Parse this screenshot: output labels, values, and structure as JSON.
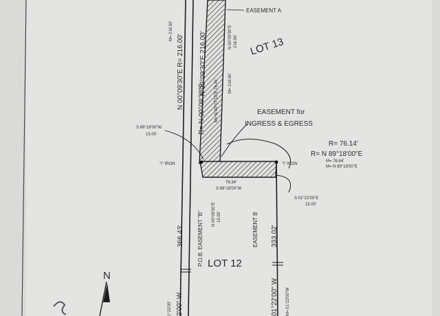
{
  "labels": {
    "easement_a": "EASEMENT A",
    "lot_13": "LOT 13",
    "lot_12": "LOT 12",
    "easement_ingress_1": "EASEMENT for",
    "easement_ingress_2": "INGRESS & EGRESS",
    "curve_radius": "R= 76.14'",
    "curve_bearing": "R= N 89°18'00\"E",
    "curve_m": "M= 76.64'",
    "curve_m2": "M= N 89°18'00\"E",
    "iron_left": "\"I\" IRON",
    "iron_right": "\"I\" IRON",
    "west_line_top": "N 00°09'30\"E  R= 216.00'",
    "west_line_top_m": "M= 216.50'",
    "east_line": "N 00°09'30\"E  216.00'",
    "east_line_r": "R= N 00°09'30\"E",
    "ease_strip_1": "M= N 00°07'19\"E  76.41'",
    "ease_strip_2": "M= 216.50'",
    "ease_strip_3": "216.00'",
    "ease_strip_4": "N 00°09'30\"E",
    "south_bearing_left": "S 89°18'00\"W",
    "south_dist_left": "15.00'",
    "south_bottom_dist": "76.34'",
    "south_bottom_bearing": "S 89°18'00\"W",
    "small_bearing": "N 00°09'30\"E",
    "small_dist": "15.00'",
    "east_small_bearing": "S 01°22'00\"E",
    "east_small_dist": "15.00'",
    "pob_label": "P.O.B. EASEMENT \"B\"",
    "west_lower_dist": "366.43'",
    "easement_b": "EASEMENT B",
    "east_lower_dist": "333.02'",
    "bottom_right_bearing": "01°22'00\" W",
    "bottom_right_m": "M= 01°22'00\"W",
    "bottom_left_bearing": "2'00\" W",
    "bottom_left_m": "1°22'00\"",
    "north": "N"
  }
}
